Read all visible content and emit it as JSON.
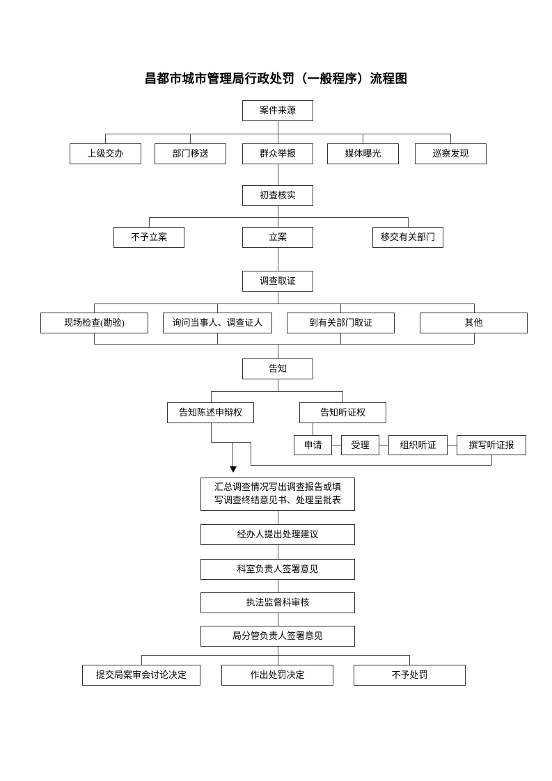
{
  "document": {
    "title": "昌都市城市管理局行政处罚（一般程序）流程图",
    "type": "flowchart"
  },
  "nodes": {
    "case_source": "案件来源",
    "source_options": [
      "上级交办",
      "部门移送",
      "群众举报",
      "媒体曝光",
      "巡察发现"
    ],
    "preliminary_review": "初查核实",
    "review_outcomes": [
      "不予立案",
      "立案",
      "移交有关部门"
    ],
    "investigation": "调查取证",
    "investigation_methods": [
      "现场检查(勘验)",
      "询问当事人、调查证人",
      "到有关部门取证",
      "其他"
    ],
    "notification": "告知",
    "notification_branches": [
      "告知陈述申辩权",
      "告知听证权"
    ],
    "hearing_chain": [
      "申请",
      "受理",
      "组织听证",
      "撰写听证报"
    ],
    "summary_report": "汇总调查情况写出调查报告或填写调查终结意见书、处理呈批表",
    "summary_report_line1": "汇总调查情况写出调查报告或填",
    "summary_report_line2": "写调查终结意见书、处理呈批表",
    "handler_proposal": "经办人提出处理建议",
    "section_head_opinion": "科室负责人签署意见",
    "supervision_review": "执法监督科审核",
    "bureau_leader_opinion": "局分管负责人签署意见",
    "final_outcomes": [
      "提交局案审会讨论决定",
      "作出处罚决定",
      "不予处罚"
    ]
  },
  "colors": {
    "box_border": "#333333",
    "connector": "#4a4a4a",
    "background": "#ffffff",
    "text": "#000000"
  }
}
